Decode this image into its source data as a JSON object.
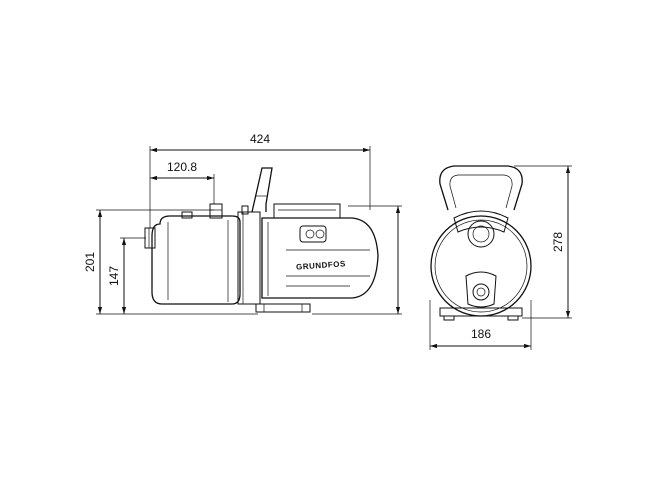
{
  "dimensions": {
    "overall_length": "424",
    "inlet_offset": "120.8",
    "overall_height_side": "201",
    "inlet_height": "147",
    "overall_height_front": "278",
    "width_front": "186"
  },
  "brand": {
    "logo_text": "GRUNDFOS"
  },
  "colors": {
    "line": "#111111",
    "background": "#ffffff"
  }
}
